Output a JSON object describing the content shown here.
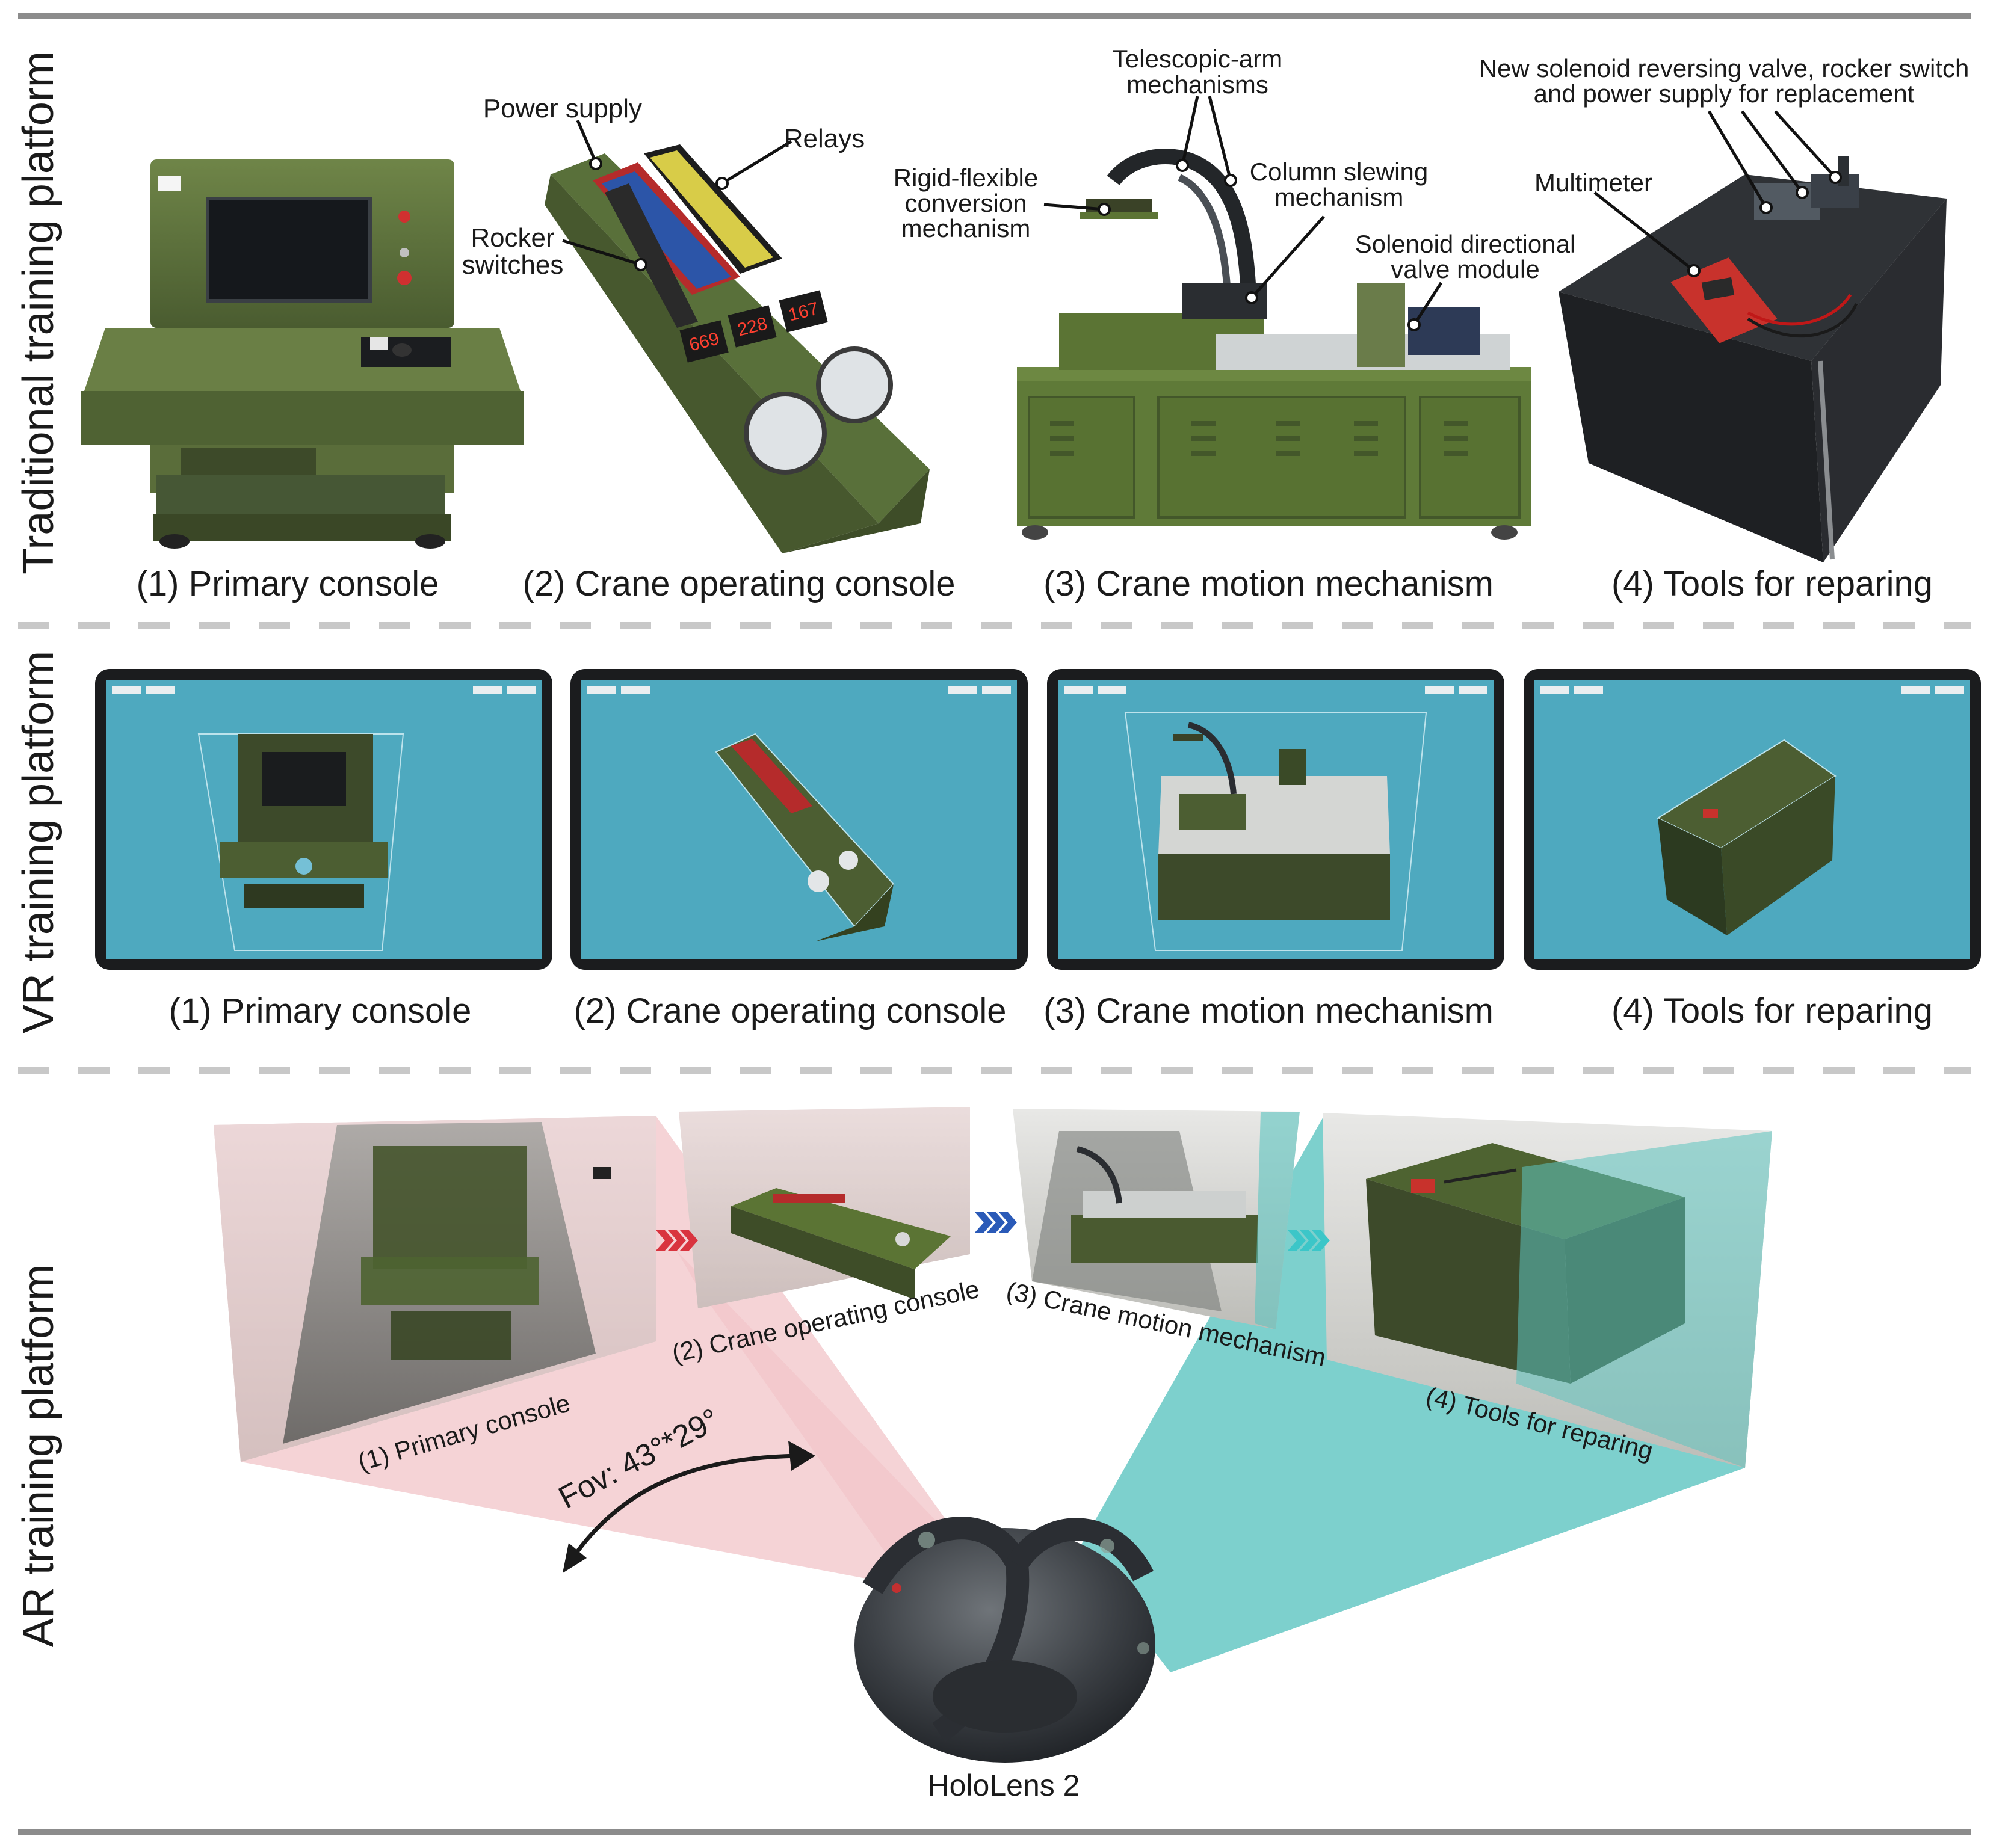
{
  "sections": {
    "traditional": {
      "title": "Traditional training platform",
      "captions": [
        "(1) Primary console",
        "(2) Crane operating console",
        "(3) Crane motion mechanism",
        "(4) Tools for reparing"
      ],
      "callouts": {
        "power_supply": "Power supply",
        "relays": "Relays",
        "rocker_switches": [
          "Rocker",
          "switches"
        ],
        "telescopic_arm": [
          "Telescopic-arm",
          "mechanisms"
        ],
        "rigid_flexible": [
          "Rigid-flexible",
          "conversion",
          "mechanism"
        ],
        "column_slewing": [
          "Column slewing",
          "mechanism"
        ],
        "solenoid_module": [
          "Solenoid directional",
          "valve module"
        ],
        "new_solenoid": [
          "New solenoid reversing valve, rocker switch",
          "and power supply for replacement"
        ],
        "multimeter": "Multimeter"
      }
    },
    "vr": {
      "title": "VR training platform",
      "captions": [
        "(1) Primary console",
        "(2) Crane operating console",
        "(3) Crane motion mechanism",
        "(4) Tools for reparing"
      ]
    },
    "ar": {
      "title": "AR training platform",
      "captions": [
        "(1) Primary console",
        "(2) Crane operating console",
        "(3) Crane motion mechanism",
        "(4) Tools for reparing"
      ],
      "fov": "Fov:  43°*29°",
      "device": "HoloLens 2"
    }
  },
  "colors": {
    "frame_gray": "#8c8c8c",
    "divider_gray": "#c8c8c8",
    "military_green": "#56693a",
    "vr_screen": "#4ea9bf",
    "ar_pink": "#f2c4c8",
    "ar_teal": "#5cc4c0",
    "arrow_red": "#d9343f",
    "arrow_blue": "#2a5ab8",
    "arrow_teal": "#3cc6c8"
  }
}
